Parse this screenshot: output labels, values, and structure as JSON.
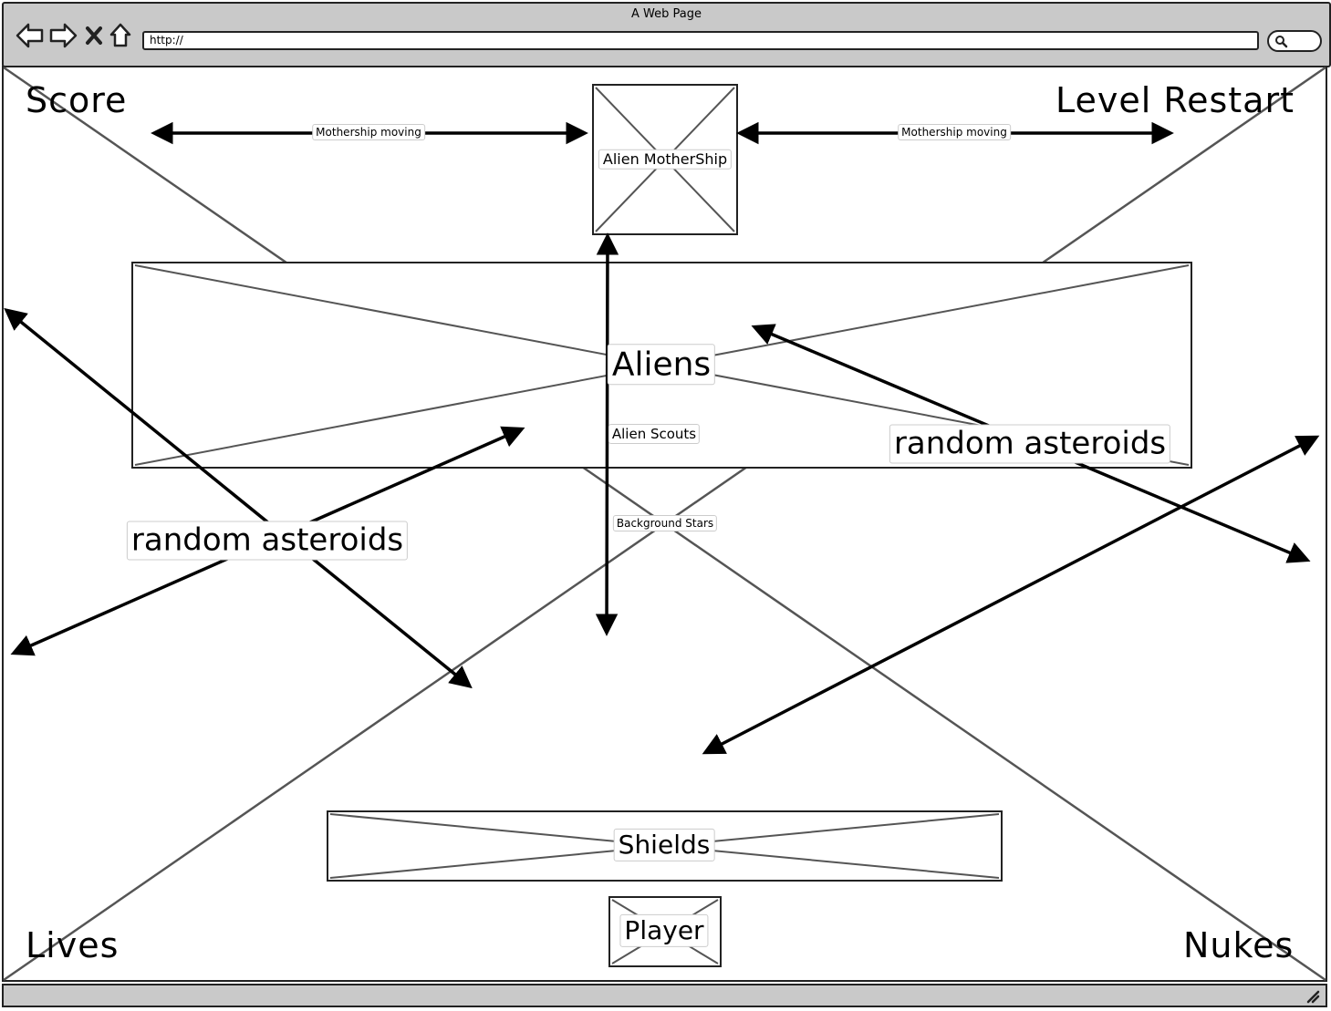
{
  "window": {
    "title": "A Web Page"
  },
  "toolbar": {
    "url": "http://",
    "icons": [
      "back-arrow-icon",
      "forward-arrow-icon",
      "close-x-icon",
      "home-icon",
      "search-icon"
    ]
  },
  "hud": {
    "score": "Score",
    "level_restart": "Level Restart",
    "lives": "Lives",
    "nukes": "Nukes"
  },
  "placeholders": {
    "mothership": "Alien MotherShip",
    "aliens": "Aliens",
    "shields": "Shields",
    "player": "Player"
  },
  "annotations": {
    "mothership_moving_left": "Mothership moving",
    "mothership_moving_right": "Mothership moving",
    "alien_scouts": "Alien Scouts",
    "background_stars": "Background Stars",
    "random_asteroids_left": "random asteroids",
    "random_asteroids_right": "random asteroids"
  },
  "colors": {
    "chrome": "#c9c9c9",
    "stroke": "#222222",
    "placeholder_cross": "#555555"
  }
}
